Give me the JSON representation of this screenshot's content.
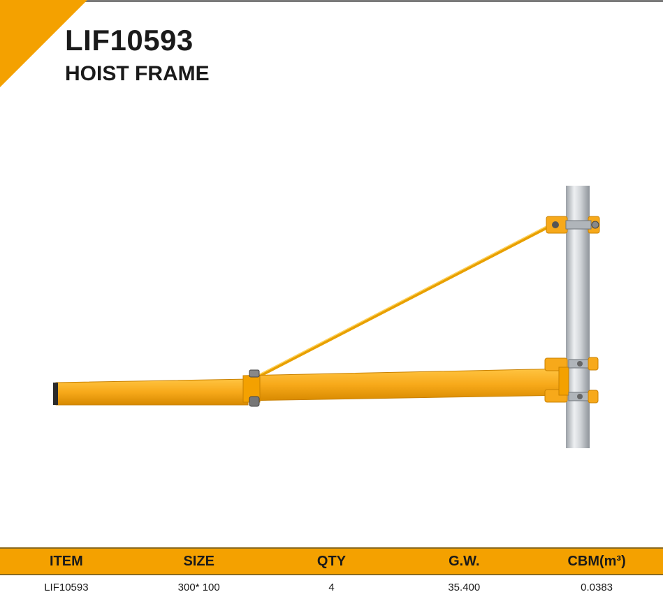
{
  "header": {
    "product_code": "LIF10593",
    "product_name": "HOIST FRAME"
  },
  "colors": {
    "accent": "#f4a100",
    "frame_yellow": "#f7a91a",
    "pole_gray": "#c8ccd0"
  },
  "spec_table": {
    "columns": [
      "ITEM",
      "SIZE",
      "QTY",
      "G.W.",
      "CBM(m³)"
    ],
    "rows": [
      [
        "LIF10593",
        "300* 100",
        "4",
        "35.400",
        "0.0383"
      ]
    ]
  }
}
